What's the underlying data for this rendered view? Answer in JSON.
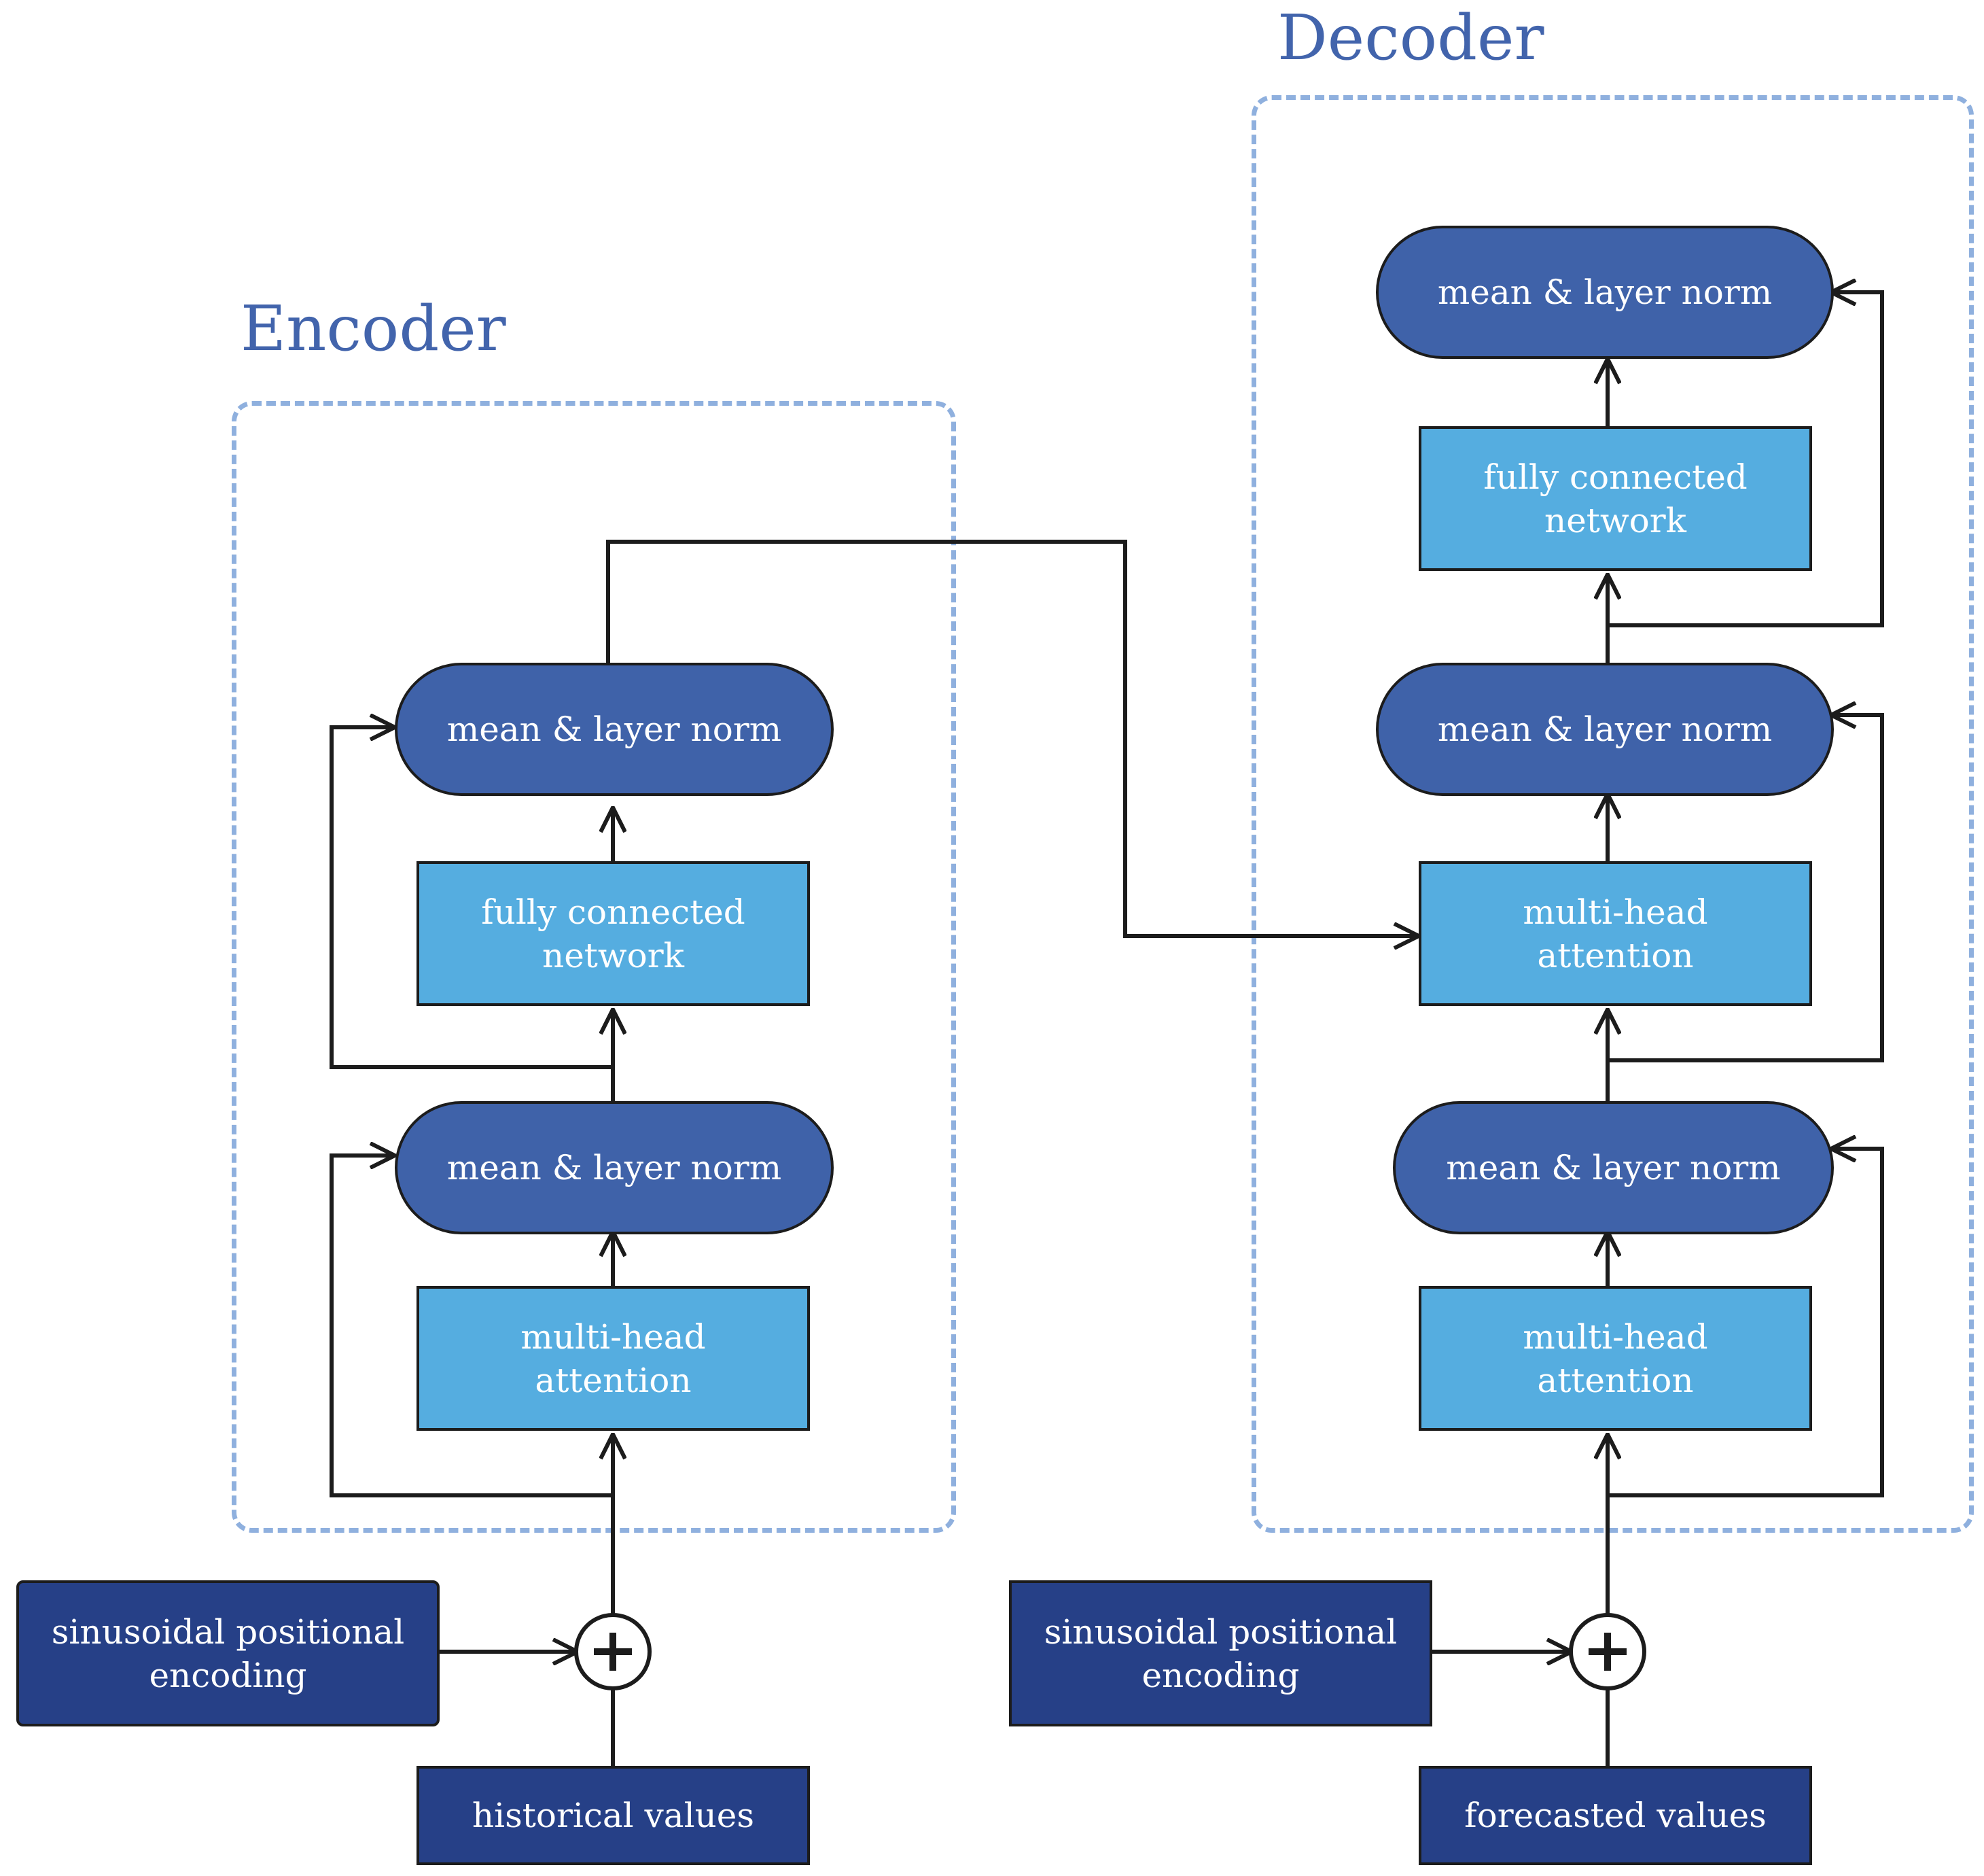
{
  "encoder": {
    "title": "Encoder",
    "norm_top": "mean & layer norm",
    "fcn": [
      "fully connected",
      "network"
    ],
    "norm_bottom": "mean & layer norm",
    "attention": [
      "multi-head",
      "attention"
    ],
    "positional_encoding": [
      "sinusoidal positional",
      "encoding"
    ],
    "input": "historical values",
    "add_symbol": "+"
  },
  "decoder": {
    "title": "Decoder",
    "norm_top": "mean & layer norm",
    "fcn": [
      "fully connected",
      "network"
    ],
    "norm_middle": "mean & layer norm",
    "cross_attention": [
      "multi-head",
      "attention"
    ],
    "norm_bottom": "mean & layer norm",
    "self_attention": [
      "multi-head",
      "attention"
    ],
    "positional_encoding": [
      "sinusoidal positional",
      "encoding"
    ],
    "input": "forecasted values",
    "add_symbol": "+"
  },
  "colors": {
    "title": "#4264ac",
    "panel_border": "#8fb0de",
    "norm_fill": "#3f62a9",
    "block_fill": "#55ade0",
    "input_fill": "#264087",
    "line": "#1c1c1c"
  }
}
